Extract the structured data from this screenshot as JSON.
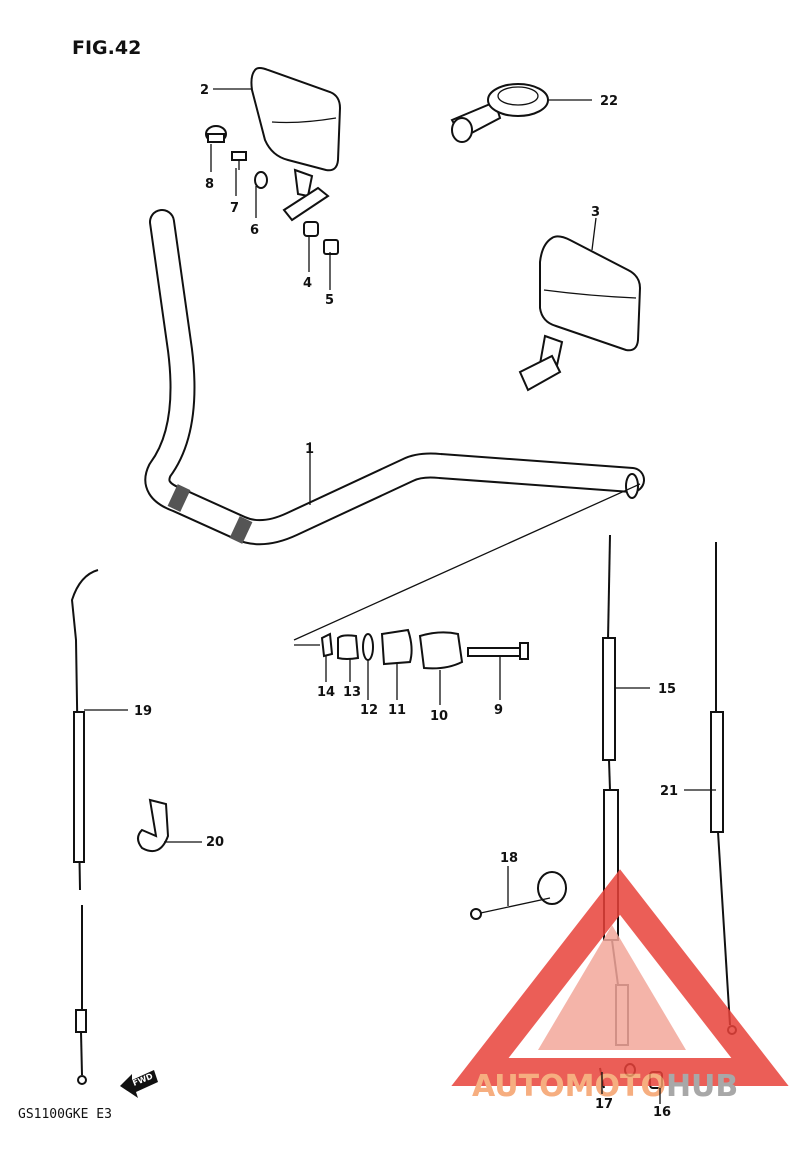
{
  "figure": {
    "title": "FIG.42",
    "model": "GS1100GKE E3",
    "fwd_arrow": "FWD"
  },
  "watermark": {
    "part1": "AUTOMOTO",
    "part2": "HUB",
    "color_triangle": "#e8423a",
    "color_text": "#f5a06a",
    "color_hub": "#9a9a9a"
  },
  "callouts": [
    "1",
    "2",
    "3",
    "4",
    "5",
    "6",
    "7",
    "8",
    "9",
    "10",
    "11",
    "12",
    "13",
    "14",
    "15",
    "16",
    "17",
    "18",
    "19",
    "20",
    "21",
    "22"
  ]
}
